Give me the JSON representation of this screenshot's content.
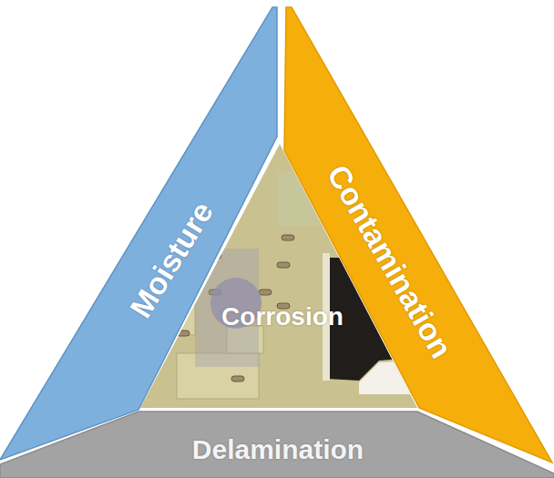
{
  "diagram": {
    "nodes": [
      {
        "text": [
          "Moisture"
        ]
      },
      {
        "text": [
          "Contamination"
        ]
      },
      {
        "text": [
          "Corrosion"
        ]
      },
      {
        "text": [
          "Delamination"
        ]
      }
    ]
  }
}
